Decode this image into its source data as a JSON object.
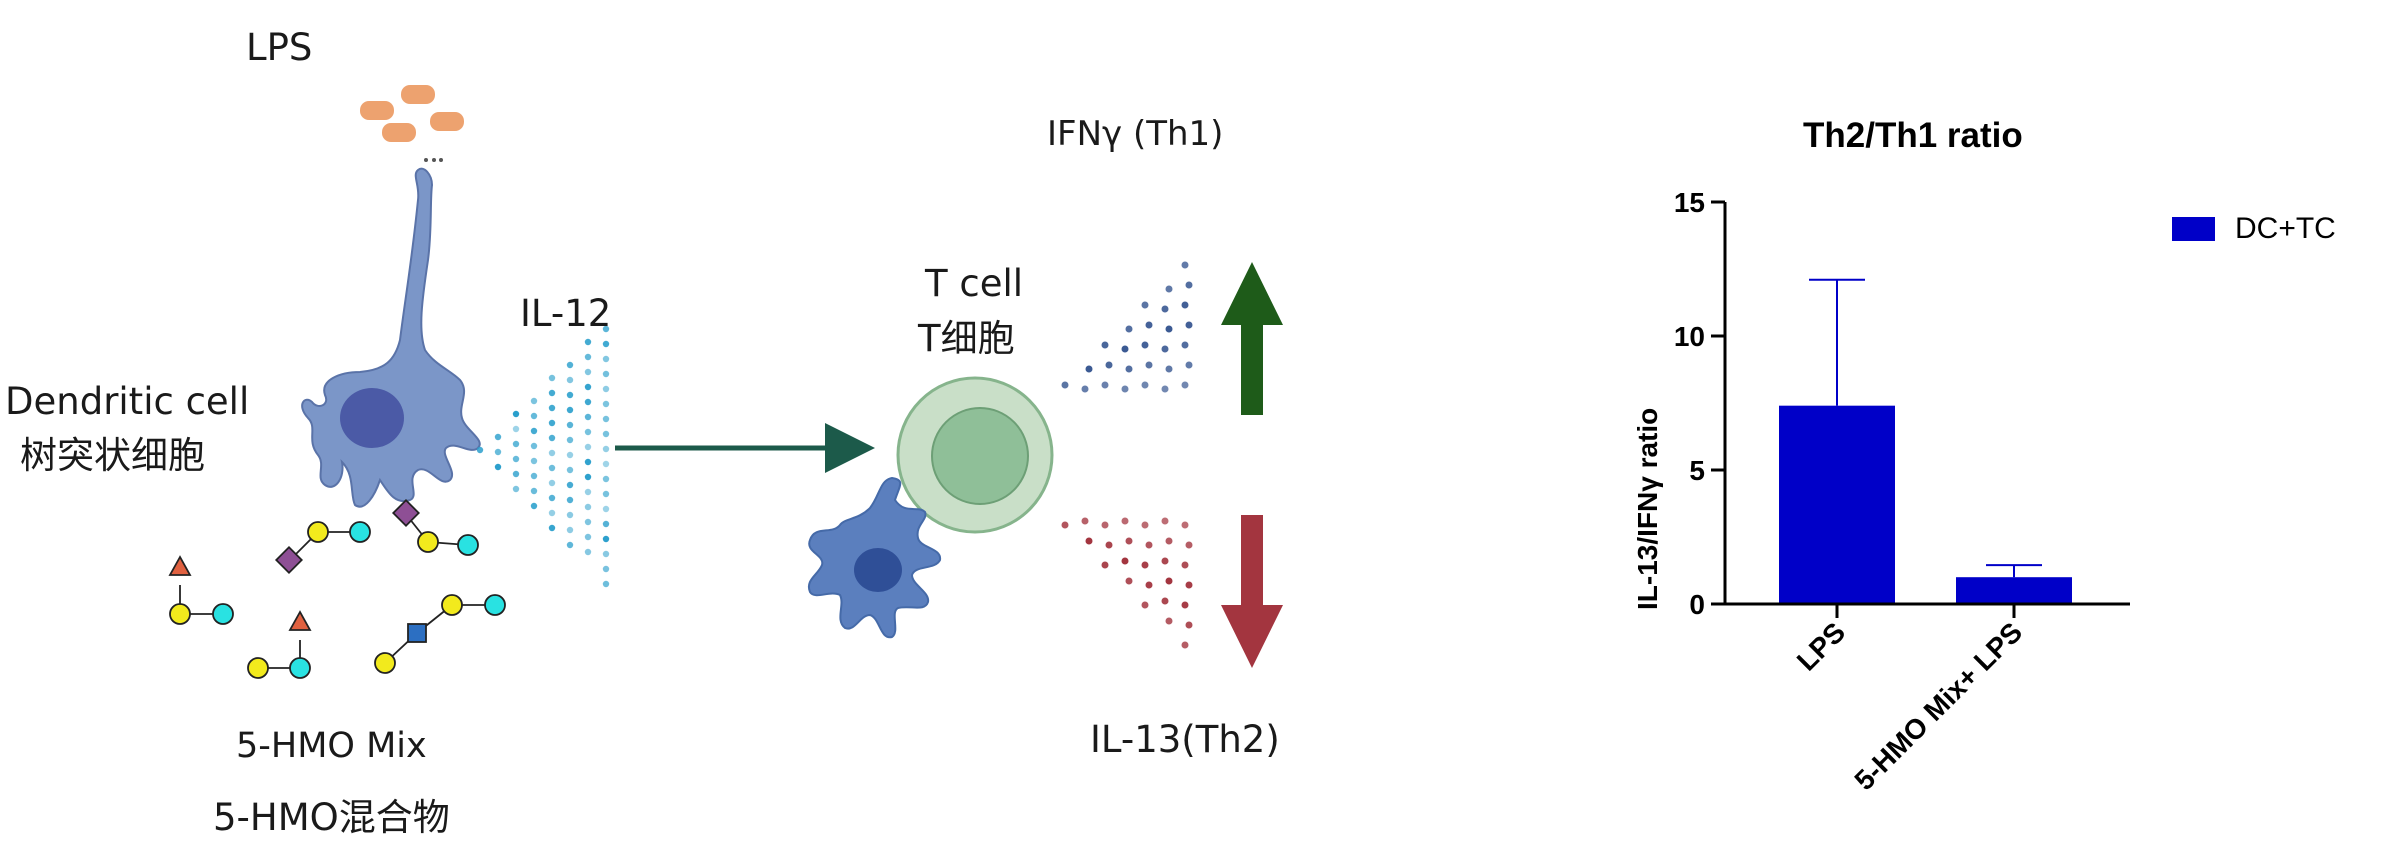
{
  "labels": {
    "lps": "LPS",
    "il12": "IL-12",
    "dendritic_en": "Dendritic cell",
    "dendritic_cn": "树突状细胞",
    "hmo_mix_en": "5-HMO Mix",
    "hmo_mix_cn": "5-HMO混合物",
    "tcell_en": "T cell",
    "tcell_cn": "T细胞",
    "ifng": "IFNγ (Th1)",
    "il13": "IL-13(Th2)"
  },
  "colors": {
    "dc_cell": "#7b96c8",
    "dc_nucleus": "#4b5aa6",
    "bacteria": "#eda26f",
    "tcell_outer": "#c9dfc8",
    "tcell_inner": "#8fbf98",
    "up_arrow": "#1e5b19",
    "down_arrow": "#a3353f",
    "bar": "#0000c8",
    "ifng_dots": "#3b5a93",
    "il13_dots": "#a3353f",
    "il12_dots": "#2a9fcc"
  },
  "chart_data": {
    "type": "bar",
    "title": "Th2/Th1 ratio",
    "ylabel": "IL-13/IFNγ ratio",
    "xlabel": "",
    "ylim": [
      0,
      15
    ],
    "yticks": [
      0,
      5,
      10,
      15
    ],
    "categories": [
      "LPS",
      "5-HMO Mix+ LPS"
    ],
    "series": [
      {
        "name": "DC+TC",
        "values": [
          7.4,
          1.0
        ],
        "errors_upper": [
          4.7,
          0.45
        ]
      }
    ],
    "legend": "top-right",
    "grid": false
  }
}
